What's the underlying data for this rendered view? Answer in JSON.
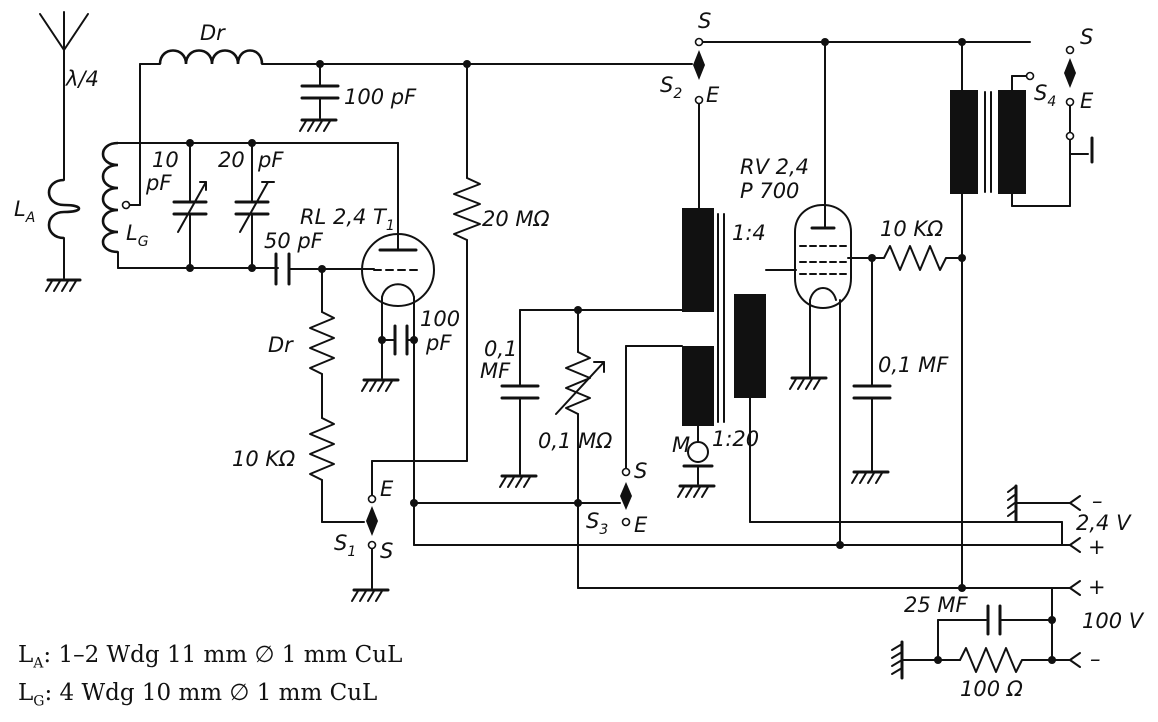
{
  "labels": {
    "antenna": "λ/4",
    "choke_top": "Dr",
    "choke_left": "Dr",
    "cap_100pf": "100 pF",
    "res_20m": "20 MΩ",
    "la_main": "L",
    "la_sub": "A",
    "lg_main": "L",
    "lg_sub": "G",
    "cap_10_value": "10",
    "cap_10_unit": "pF",
    "cap_20_value": "20",
    "cap_20_unit": "pF",
    "tube1_main": "RL 2,4 T",
    "tube1_sub": "1",
    "cap_50pf": "50 pF",
    "cap_100_value": "100",
    "cap_100_unit": "pF",
    "res_10k_left": "10 KΩ",
    "tube2_line1": "RV 2,4",
    "tube2_line2": "P 700",
    "ratio_14": "1:4",
    "ratio_120": "1:20",
    "res_10k_right": "10 KΩ",
    "cap_01mf_right": "0,1 MF",
    "cap_01mf_left_1": "0,1",
    "cap_01mf_left_2": "MF",
    "pot_01m": "0,1 MΩ",
    "mic": "M",
    "cap_25mf": "25 MF",
    "res_100": "100 Ω",
    "supply_100v": "100 V",
    "supply_24v": "2,4 V",
    "plus_1": "+",
    "plus_2": "+",
    "minus_1": "–",
    "minus_2": "–",
    "s1_main": "S",
    "s1_sub": "1",
    "s1_s": "S",
    "s1_e": "E",
    "s2_main": "S",
    "s2_sub": "2",
    "s2_s": "S",
    "s2_e": "E",
    "s3_main": "S",
    "s3_sub": "3",
    "s3_s": "S",
    "s3_e": "E",
    "s4_main": "S",
    "s4_sub": "4",
    "s4_s": "S",
    "s4_e": "E"
  },
  "footnotes": [
    {
      "symbol": "L",
      "sub": "A",
      "text": ": 1–2 Wdg 11 mm ∅ 1 mm CuL"
    },
    {
      "symbol": "L",
      "sub": "G",
      "text": ": 4 Wdg 10 mm ∅ 1 mm CuL"
    }
  ]
}
